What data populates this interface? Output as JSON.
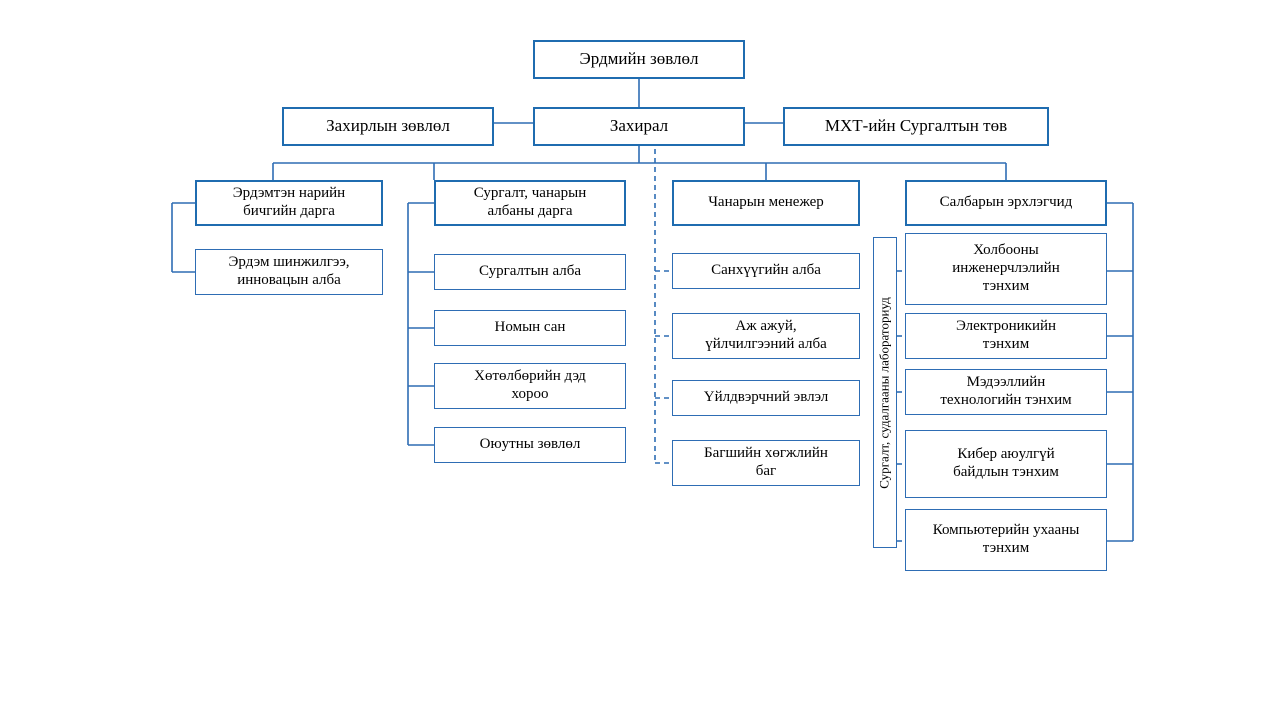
{
  "chart_title": "",
  "colors": {
    "border": "#2E6DB4",
    "border_bold": "#1F6CB0",
    "connector": "#2E6DB4",
    "background": "#FFFFFF",
    "text": "#000000"
  },
  "top": {
    "council": "Эрдмийн зөвлөл",
    "director": "Захирал",
    "board": "Захирлын зөвлөл",
    "ict_center": "МХТ-ийн Сургалтын төв"
  },
  "columns": [
    {
      "id": "academic-secretary",
      "header": "Эрдэмтэн нарийн\nбичгийн дарга",
      "connector_style": "solid",
      "bracket_side": "left",
      "items": [
        "Эрдэм шинжилгээ,\nинновацын алба"
      ]
    },
    {
      "id": "training-quality",
      "header": "Сургалт, чанарын\nалбаны дарга",
      "connector_style": "solid",
      "bracket_side": "left",
      "items": [
        "Сургалтын алба",
        "Номын сан",
        "Хөтөлбөрийн дэд\nхороо",
        "Оюутны зөвлөл"
      ]
    },
    {
      "id": "quality-manager",
      "header": "Чанарын менежер",
      "connector_style": "dashed",
      "bracket_side": "left",
      "items": [
        "Санхүүгийн алба",
        "Аж ажуй,\nүйлчилгээний алба",
        "Үйлдвэрчний эвлэл",
        "Багшийн хөгжлийн\nбаг"
      ]
    },
    {
      "id": "department-heads",
      "header": "Салбарын эрхлэгчид",
      "connector_style": "solid",
      "bracket_side": "right",
      "items": [
        "Холбооны\nинженерчлэлийн\nтэнхим",
        "Электроникийн\nтэнхим",
        "Мэдээллийн\nтехнологийн тэнхим",
        "Кибер аюулгүй\nбайдлын тэнхим",
        "Компьютерийн ухааны\nтэнхим"
      ]
    }
  ],
  "vertical_label": {
    "text": "Сургалт, судалгааны лабораториуд"
  }
}
